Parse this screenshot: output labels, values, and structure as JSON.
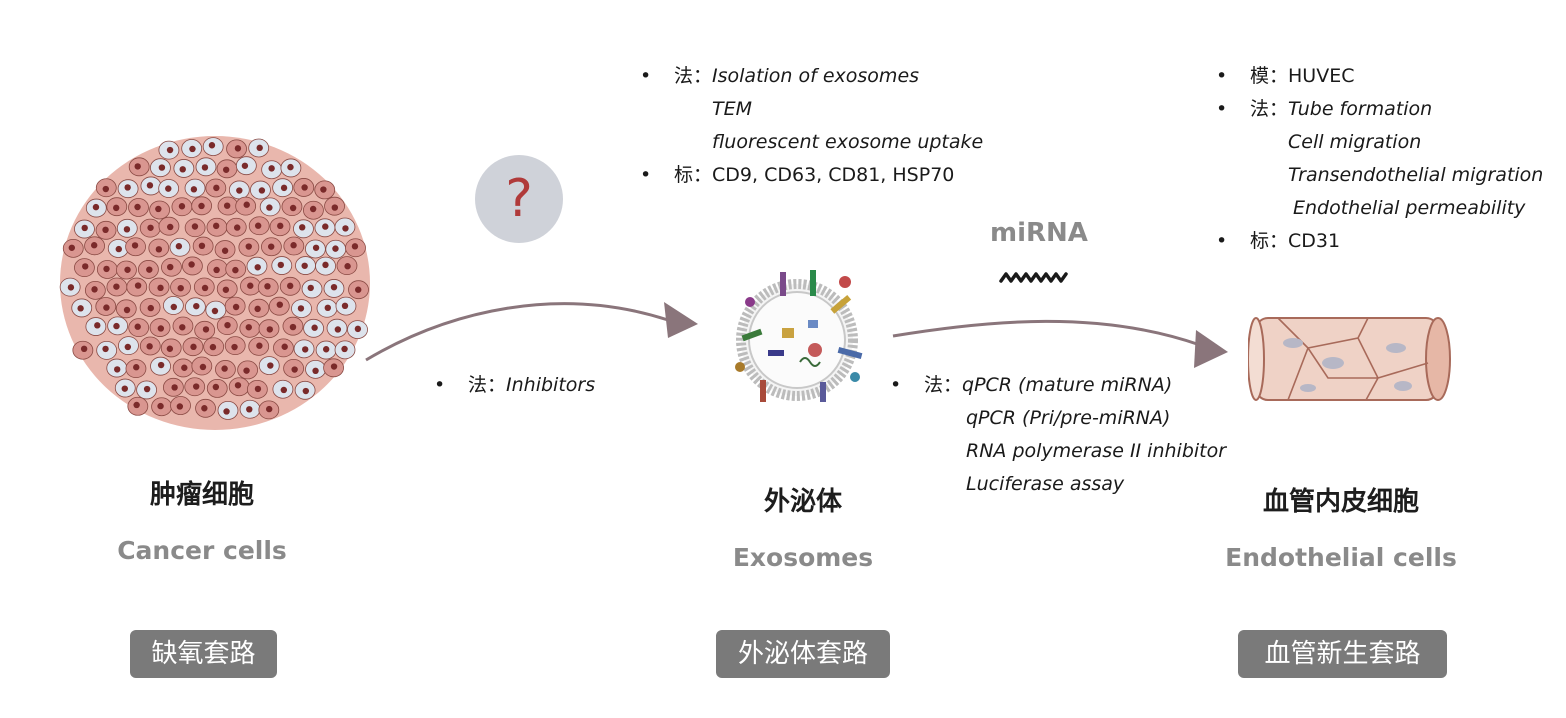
{
  "cancer": {
    "zh": "肿瘤细胞",
    "en": "Cancer cells",
    "pathway": "缺氧套路"
  },
  "exosome": {
    "zh": "外泌体",
    "en": "Exosomes",
    "pathway": "外泌体套路",
    "top_list": [
      {
        "key": "法：",
        "values": [
          "Isolation of exosomes",
          "TEM",
          "fluorescent exosome uptake"
        ]
      },
      {
        "key": "标：",
        "values": [
          "CD9, CD63, CD81, HSP70"
        ]
      }
    ]
  },
  "endothelial": {
    "zh": "血管内皮细胞",
    "en": "Endothelial cells",
    "pathway": "血管新生套路",
    "top_list": [
      {
        "key": "模：",
        "values": [
          "HUVEC"
        ]
      },
      {
        "key": "法：",
        "values": [
          "Tube formation",
          "Cell migration",
          "Transendothelial migration",
          "Endothelial permeability"
        ]
      },
      {
        "key": "标：",
        "values": [
          "CD31"
        ]
      }
    ]
  },
  "arrow1": {
    "bullet": {
      "key": "法：",
      "values": [
        "Inhibitors"
      ]
    }
  },
  "arrow2": {
    "label": "miRNA",
    "bullet": {
      "key": "法：",
      "values": [
        "qPCR (mature miRNA)",
        "qPCR (Pri/pre-miRNA)",
        "RNA polymerase II inhibitor",
        "Luciferase assay"
      ]
    }
  },
  "question": "?",
  "bullet_char": "•",
  "colors": {
    "arrow": "#8a757b",
    "pill_bg": "#7a7a7a",
    "en_title": "#8a8a8a",
    "question_bg": "#cfd2d9",
    "question_mark": "#b03a3a",
    "cell_pink": "#d99690",
    "cell_grey": "#dde3ec",
    "nucleus": "#7a2a2a"
  }
}
